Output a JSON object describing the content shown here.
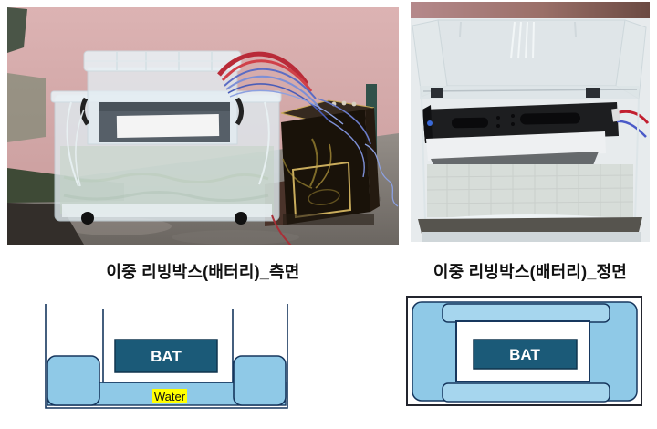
{
  "photos": {
    "side": {
      "caption": "이중 리빙박스(배터리)_측면"
    },
    "front": {
      "caption": "이중 리빙박스(배터리)_정면"
    }
  },
  "diagrams": {
    "side": {
      "battery_label": "BAT",
      "water_label": "Water"
    },
    "front": {
      "battery_label": "BAT"
    }
  },
  "colors": {
    "water_fill": "#8FC9E7",
    "water_bar_fill": "#A6D6EE",
    "battery_fill": "#1B5A78",
    "diagram_outline": "#17375E",
    "outer_box_outline": "#23252E",
    "water_highlight": "#FFFF00",
    "battery_text": "#FFFFFF"
  }
}
